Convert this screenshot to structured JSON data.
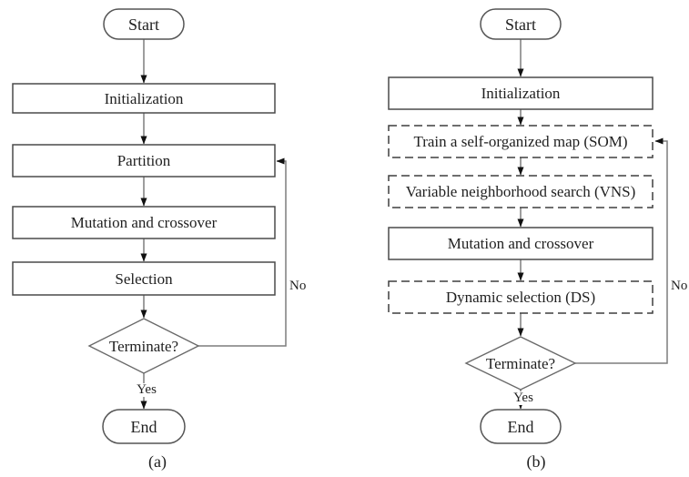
{
  "figure": {
    "background": "#ffffff",
    "colors": {
      "solid_border": "#4a4a4a",
      "dashed_border": "#3f3f3f",
      "connector": "#7d7d7d",
      "arrowhead": "#111111",
      "text": "#1f1f1f"
    },
    "chart_a": {
      "caption": "(a)",
      "nodes": {
        "start": "Start",
        "initialization": "Initialization",
        "partition": "Partition",
        "mutation_crossover": "Mutation and crossover",
        "selection": "Selection",
        "terminate": "Terminate?",
        "end": "End"
      },
      "edge_labels": {
        "yes": "Yes",
        "no": "No"
      }
    },
    "chart_b": {
      "caption": "(b)",
      "nodes": {
        "start": "Start",
        "initialization": "Initialization",
        "som": "Train a self-organized map (SOM)",
        "vns": "Variable neighborhood search (VNS)",
        "mutation_crossover": "Mutation and crossover",
        "dynamic_selection": "Dynamic selection (DS)",
        "terminate": "Terminate?",
        "end": "End"
      },
      "edge_labels": {
        "yes": "Yes",
        "no": "No"
      }
    }
  }
}
